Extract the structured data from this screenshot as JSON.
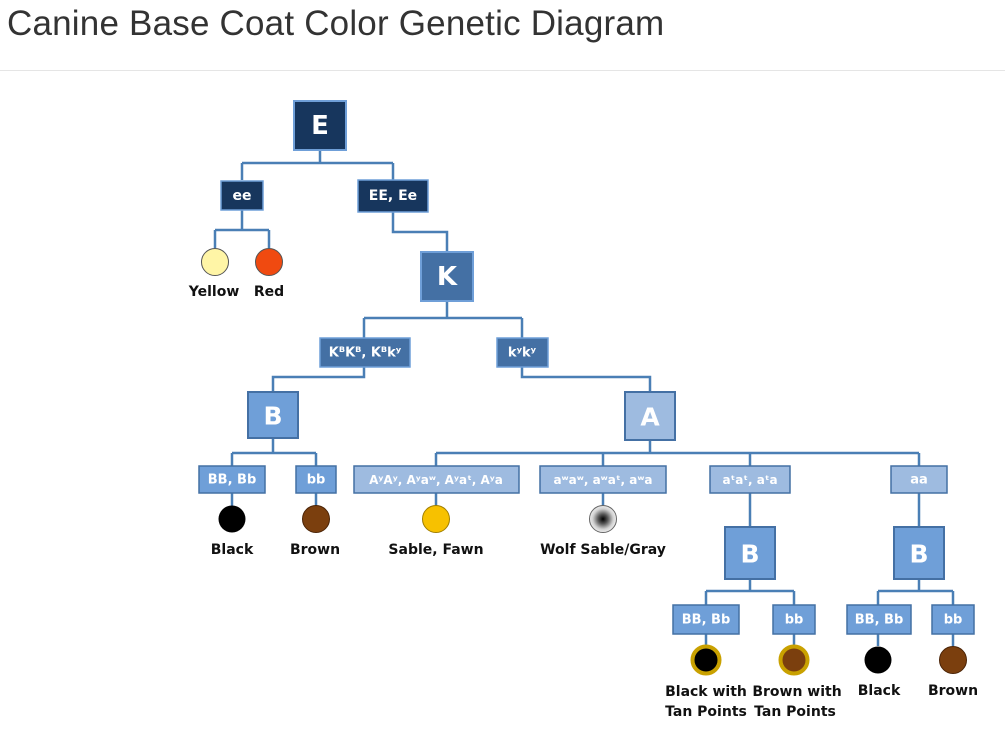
{
  "title": "Canine Base Coat Color Genetic Diagram",
  "colors": {
    "dark_navy": "#17365d",
    "mid_blue": "#4470a4",
    "light_blue": "#6f9fd8",
    "pale_blue": "#9ebbe0",
    "connector": "#4a7fb5",
    "yellow": "#fff5a6",
    "red": "#f04a10",
    "black": "#000000",
    "brown": "#7b3f0e",
    "sable": "#f7c100",
    "gold_ring": "#c9a100"
  },
  "nodes": {
    "e": "E",
    "ee": "ee",
    "ee_dominant": "EE, Ee",
    "k": "K",
    "kb": "KᴮKᴮ, Kᴮkʸ",
    "ky": "kʸkʸ",
    "b_top": "B",
    "a": "A",
    "bb_dom_top": "BB, Bb",
    "bb_rec_top": "bb",
    "ay": "AʸAʸ, Aʸaʷ, Aʸaᵗ, Aʸa",
    "aw": "aʷaʷ, aʷaᵗ, aʷa",
    "at": "aᵗaᵗ, aᵗa",
    "aa": "aa",
    "b_at": "B",
    "b_aa": "B",
    "bb_dom_at": "BB, Bb",
    "bb_rec_at": "bb",
    "bb_dom_aa": "BB, Bb",
    "bb_rec_aa": "bb"
  },
  "outcomes": {
    "yellow": "Yellow",
    "red": "Red",
    "black": "Black",
    "brown": "Brown",
    "sable": "Sable, Fawn",
    "wolf": "Wolf Sable/Gray",
    "black_tan_1": "Black with",
    "black_tan_2": "Tan Points",
    "brown_tan_1": "Brown with",
    "brown_tan_2": "Tan Points",
    "black_aa": "Black",
    "brown_aa": "Brown"
  }
}
